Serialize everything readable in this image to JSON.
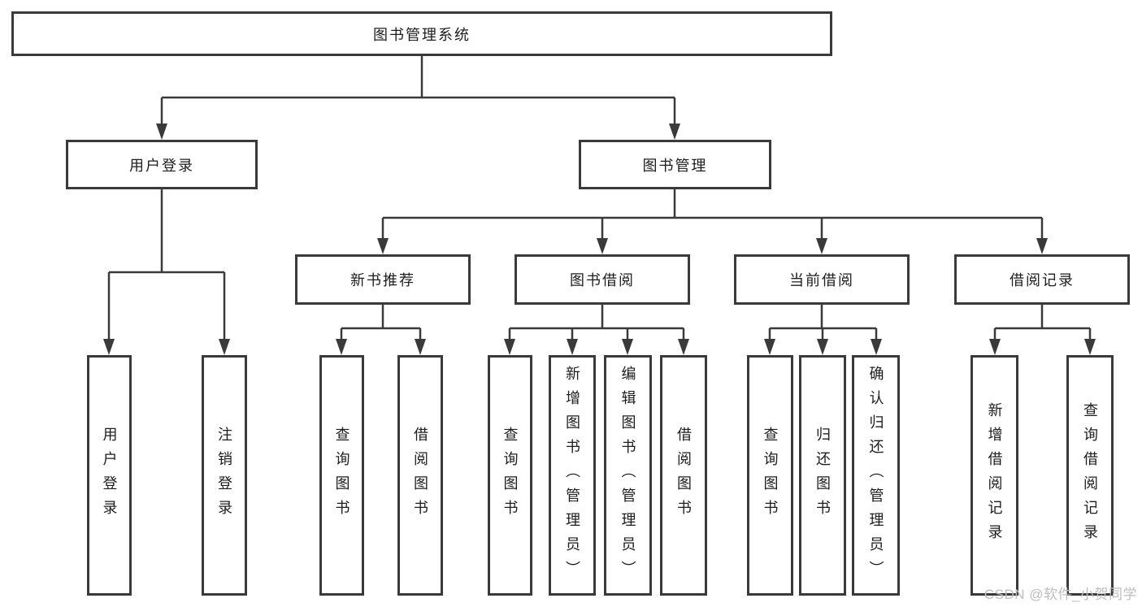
{
  "tree": {
    "label": "图书管理系统",
    "children": [
      {
        "label": "用户登录",
        "children": [
          {
            "label": "用户登录"
          },
          {
            "label": "注销登录"
          }
        ]
      },
      {
        "label": "图书管理",
        "children": [
          {
            "label": "新书推荐",
            "children": [
              {
                "label": "查询图书"
              },
              {
                "label": "借阅图书"
              }
            ]
          },
          {
            "label": "图书借阅",
            "children": [
              {
                "label": "查询图书"
              },
              {
                "label": "新增图书（管理员）"
              },
              {
                "label": "编辑图书（管理员）"
              },
              {
                "label": "借阅图书"
              }
            ]
          },
          {
            "label": "当前借阅",
            "children": [
              {
                "label": "查询图书"
              },
              {
                "label": "归还图书"
              },
              {
                "label": "确认归还（管理员）"
              }
            ]
          },
          {
            "label": "借阅记录",
            "children": [
              {
                "label": "新增借阅记录"
              },
              {
                "label": "查询借阅记录"
              }
            ]
          }
        ]
      }
    ]
  },
  "watermark": {
    "text": "CSDN @软件_小贺同学"
  },
  "colors": {
    "line": "#3a3a3a",
    "text": "#1d1d1d",
    "watermark": "#bdbdbd",
    "background": "#ffffff"
  }
}
